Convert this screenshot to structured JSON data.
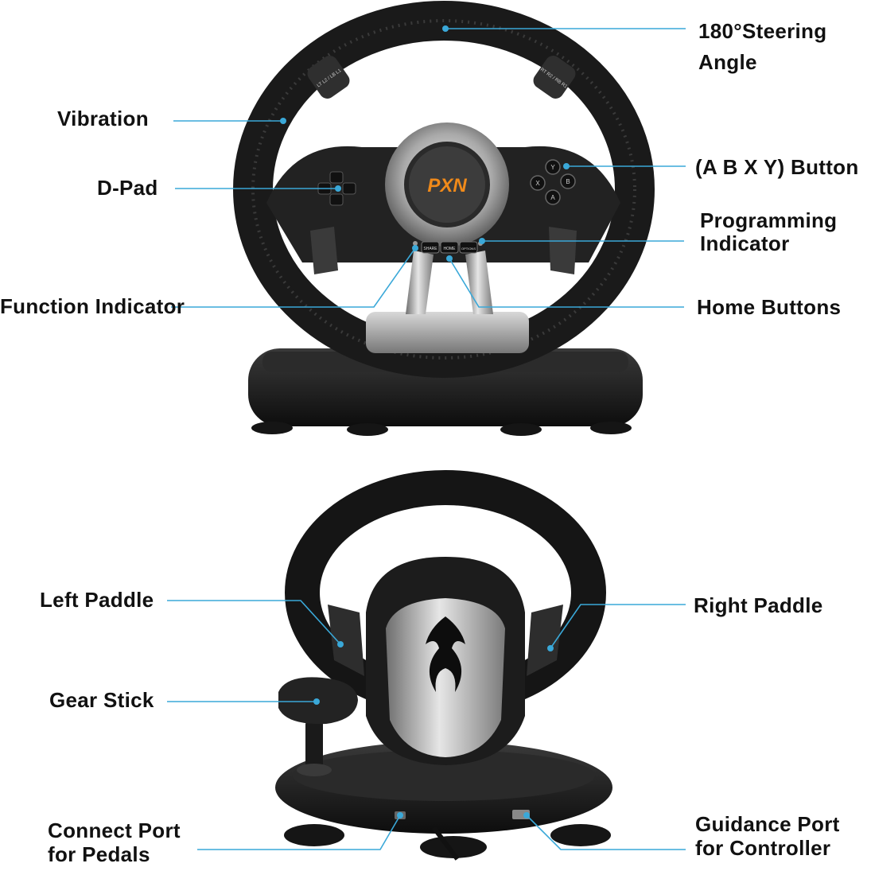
{
  "accent_color": "#3aa8d8",
  "labels": {
    "steering_angle_line1": "180°Steering",
    "steering_angle_line2": "Angle",
    "vibration": "Vibration",
    "dpad": "D-Pad",
    "abxy_button": "(A B X Y) Button",
    "programming_indicator_line1": "Programming",
    "programming_indicator_line2": "Indicator",
    "function_indicator": "Function Indicator",
    "home_buttons": "Home Buttons",
    "left_paddle": "Left Paddle",
    "right_paddle": "Right Paddle",
    "gear_stick": "Gear Stick",
    "connect_port_line1": "Connect Port",
    "connect_port_line2": "for Pedals",
    "guidance_port_line1": "Guidance Port",
    "guidance_port_line2": "for Controller"
  },
  "device_text": {
    "brand_logo": "PXN",
    "share_button": "SHARE",
    "home_button": "HOME",
    "options_button": "OPTIONS",
    "left_shoulder_buttons": "LT L2 / LB L1",
    "right_shoulder_buttons": "RT R2 / RB R1",
    "face_buttons": [
      "Y",
      "X",
      "B",
      "A"
    ]
  }
}
